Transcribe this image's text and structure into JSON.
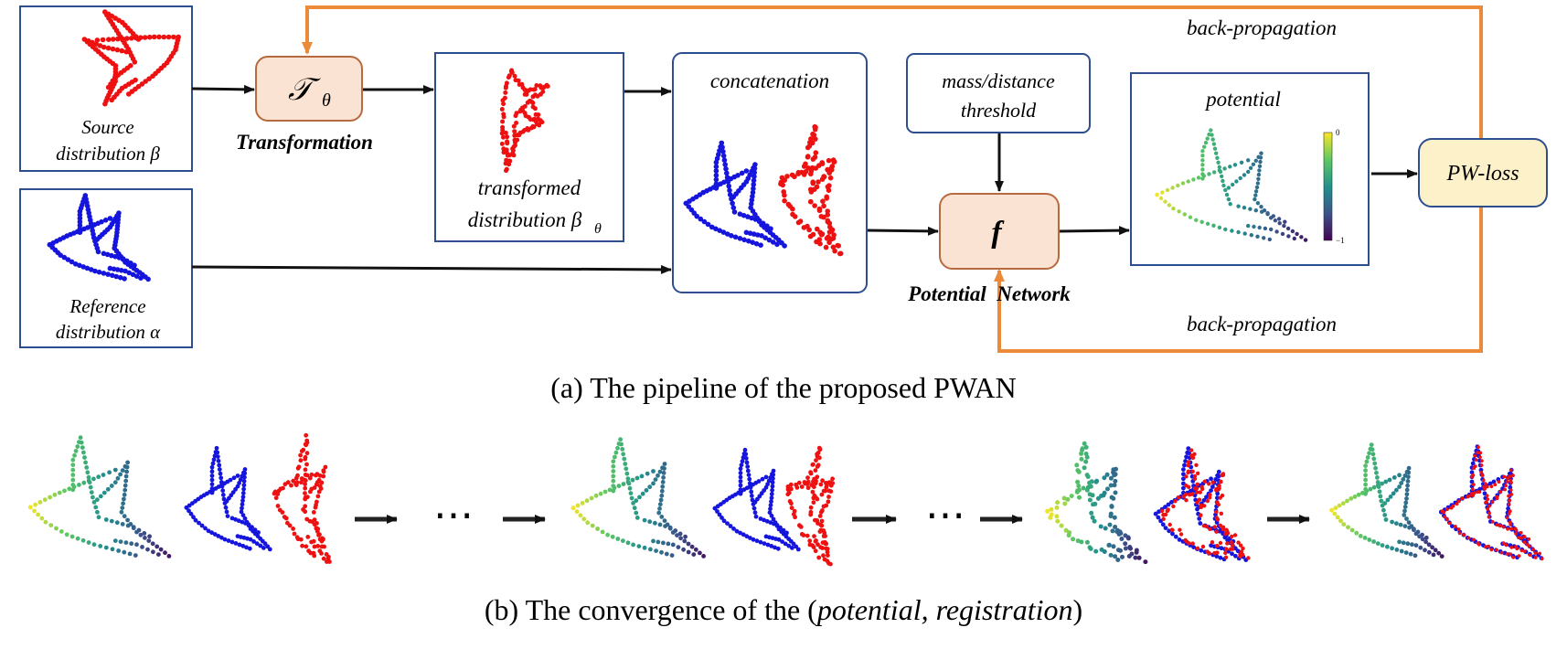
{
  "panel_a": {
    "source_label": [
      "Source",
      "distribution β"
    ],
    "transform_symbol": "𝒯",
    "transform_subscript": "θ",
    "transform_label": "Transformation",
    "transformed_label": [
      "transformed",
      "distribution β"
    ],
    "transformed_subscript": "θ",
    "reference_label": [
      "Reference",
      "distribution α"
    ],
    "concat_label": "concatenation",
    "threshold_label": [
      "mass/distance",
      "threshold"
    ],
    "potential_fn_symbol": "f",
    "potential_network_label": "Potential  Network",
    "potential_plot_label": "potential",
    "colorbar_max": "0",
    "colorbar_min": "−1",
    "loss_label": "PW-loss",
    "backprop_top": "back-propagation",
    "backprop_bottom": "back-propagation",
    "caption": "(a) The pipeline of the proposed PWAN"
  },
  "panel_b": {
    "ellipsis": "⋯",
    "caption_prefix": "(b) The convergence of the (",
    "caption_italic": "potential, registration",
    "caption_suffix": ")"
  },
  "colors": {
    "box_border": "#2d4e8f",
    "node_fill": "#fbe3d4",
    "node_border": "#b86a3f",
    "loss_fill": "#fdf1c9",
    "loss_border": "#2d4e8f",
    "backprop_line": "#ea8a3a",
    "source_points": "#ee1111",
    "reference_points": "#1515dd"
  }
}
